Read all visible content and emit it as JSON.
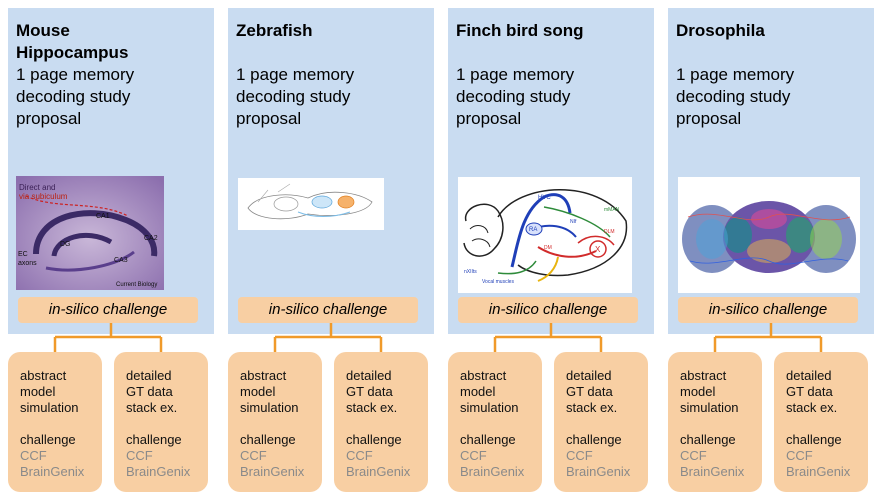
{
  "panels": [
    {
      "title": "Mouse\nHippocampus",
      "text": "1 page memory\ndecoding study\nproposal",
      "image": {
        "icon": "hippocampus-histology-image",
        "labels": [
          "Direct and",
          "via subiculum",
          "CA1",
          "CA2",
          "DG",
          "EC",
          "axons",
          "CA3",
          "Current Biology"
        ]
      },
      "challenge": "in-silico challenge",
      "boxes": [
        {
          "lines": "abstract\nmodel\nsimulation",
          "challenge": "challenge",
          "ccf": "CCF",
          "braingenix": "BrainGenix"
        },
        {
          "lines": "detailed\nGT data\nstack ex.",
          "challenge": "challenge",
          "ccf": "CCF",
          "braingenix": "BrainGenix"
        }
      ]
    },
    {
      "title": "Zebrafish",
      "text": "1 page memory\ndecoding study\nproposal",
      "image": {
        "icon": "zebrafish-brain-diagram-image",
        "labels": []
      },
      "challenge": "in-silico challenge",
      "boxes": [
        {
          "lines": "abstract\nmodel\nsimulation",
          "challenge": "challenge",
          "ccf": "CCF",
          "braingenix": "BrainGenix"
        },
        {
          "lines": "detailed\nGT data\nstack ex.",
          "challenge": "challenge",
          "ccf": "CCF",
          "braingenix": "BrainGenix"
        }
      ]
    },
    {
      "title": "Finch bird song",
      "text": "1 page memory\ndecoding study\nproposal",
      "image": {
        "icon": "songbird-brain-circuit-image",
        "labels": [
          "HVC",
          "RA",
          "NIf",
          "mMAN",
          "DLM",
          "X",
          "DM",
          "nXIIts",
          "Vocal muscles"
        ]
      },
      "challenge": "in-silico challenge",
      "boxes": [
        {
          "lines": "abstract\nmodel\nsimulation",
          "challenge": "challenge",
          "ccf": "CCF",
          "braingenix": "BrainGenix"
        },
        {
          "lines": "detailed\nGT data\nstack ex.",
          "challenge": "challenge",
          "ccf": "CCF",
          "braingenix": "BrainGenix"
        }
      ]
    },
    {
      "title": "Drosophila",
      "text": "1 page memory\ndecoding study\nproposal",
      "image": {
        "icon": "drosophila-connectome-image",
        "labels": []
      },
      "challenge": "in-silico challenge",
      "boxes": [
        {
          "lines": "abstract\nmodel\nsimulation",
          "challenge": "challenge",
          "ccf": "CCF",
          "braingenix": "BrainGenix"
        },
        {
          "lines": "detailed\nGT data\nstack ex.",
          "challenge": "challenge",
          "ccf": "CCF",
          "braingenix": "BrainGenix"
        }
      ]
    }
  ],
  "colors": {
    "panel_bg": "#c9dcf1",
    "box_fill": "#f8cfa3",
    "connector": "#f09a2a",
    "grey_text": "#8a8a8a"
  }
}
